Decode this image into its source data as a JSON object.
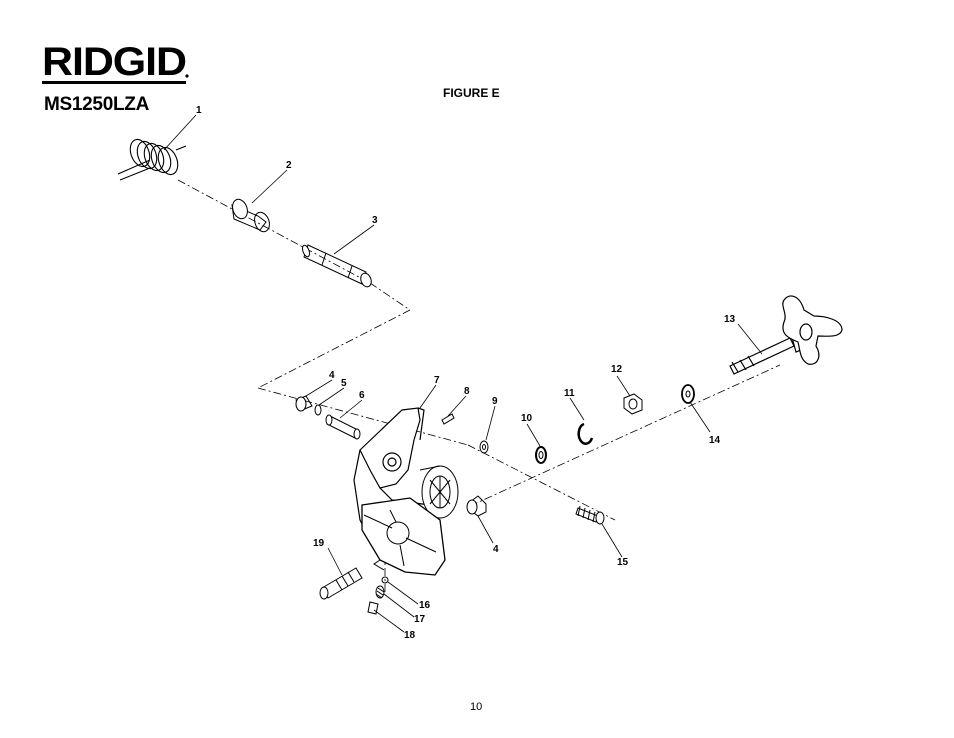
{
  "brand": {
    "logo_text": "RIDGID"
  },
  "header": {
    "model": "MS1250LZA",
    "figure_title": "FIGURE E"
  },
  "footer": {
    "page_number": "10"
  },
  "callouts": [
    "1",
    "2",
    "3",
    "4",
    "5",
    "6",
    "7",
    "8",
    "9",
    "10",
    "11",
    "12",
    "13",
    "14",
    "4",
    "15",
    "16",
    "17",
    "18",
    "19"
  ]
}
